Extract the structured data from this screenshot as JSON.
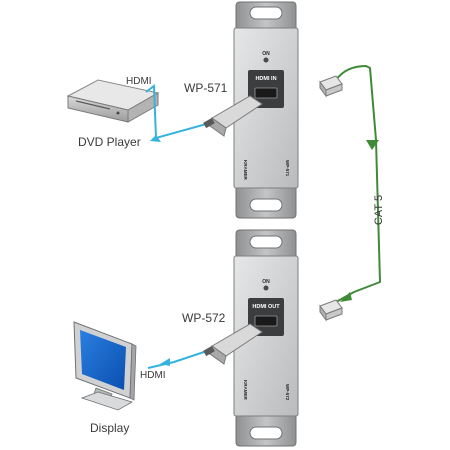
{
  "devices": {
    "transmitter_model": "WP-571",
    "receiver_model": "WP-572",
    "source_label": "DVD Player",
    "sink_label": "Display"
  },
  "cables": {
    "source_hdmi": "HDMI",
    "sink_hdmi": "HDMI",
    "link": "CAT 5"
  },
  "plates": {
    "top_on": "ON",
    "top_port": "HDMI IN",
    "top_brand": "KRAMER",
    "top_model": "WP-571",
    "bottom_on": "ON",
    "bottom_port": "HDMI OUT",
    "bottom_brand": "KRAMER",
    "bottom_model": "WP-572"
  },
  "colors": {
    "hdmi_cable": "#35b3dc",
    "cat5_cable": "#3f8a36",
    "plate": "#cfd1d3",
    "bracket": "#a9abad"
  }
}
